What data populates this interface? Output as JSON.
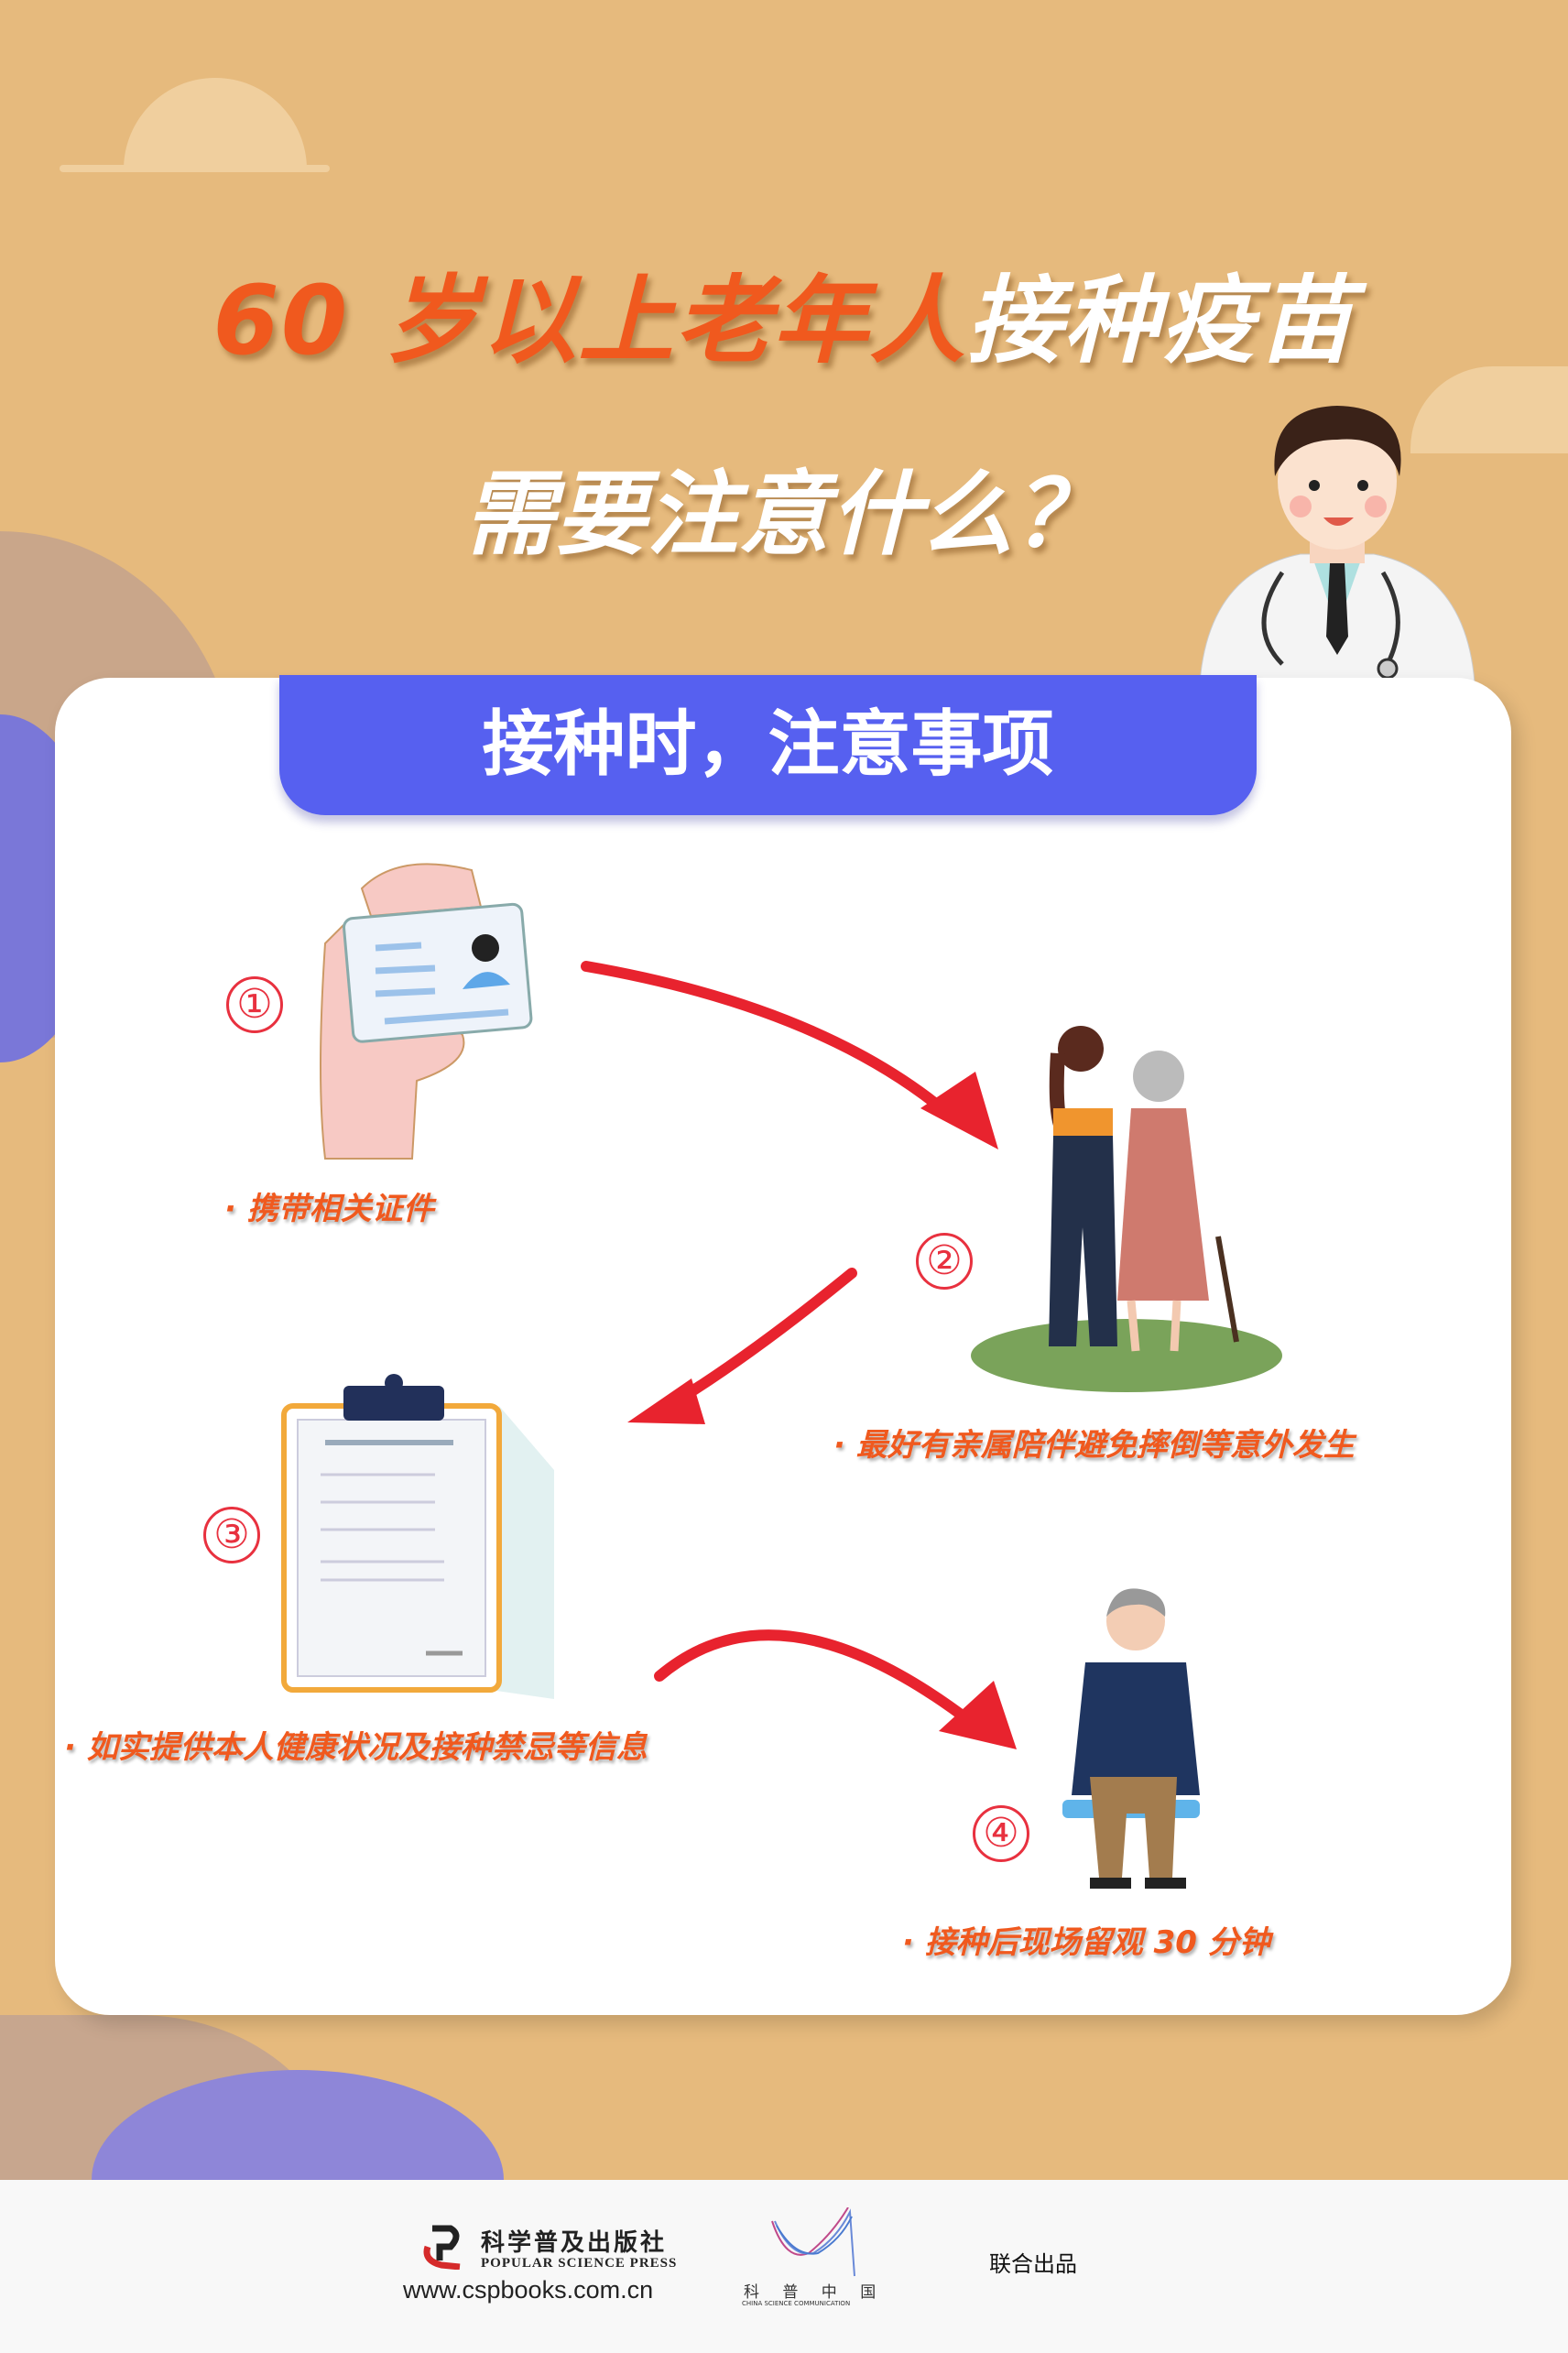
{
  "title": {
    "part1": "60 岁以上老年人",
    "part2": "接种疫苗",
    "line2": "需要注意什么？"
  },
  "banner": "接种时，注意事项",
  "steps": [
    {
      "num": "①",
      "label": "· 携带相关证件"
    },
    {
      "num": "②",
      "label": "· 最好有亲属陪伴避免摔倒等意外发生"
    },
    {
      "num": "③",
      "label": "· 如实提供本人健康状况及接种禁忌等信息"
    },
    {
      "num": "④",
      "label": "· 接种后现场留观 30 分钟"
    }
  ],
  "footer": {
    "publisher_cn": "科学普及出版社",
    "publisher_en": "POPULAR SCIENCE PRESS",
    "url": "www.cspbooks.com.cn",
    "logo2_cn": "科 普 中 国",
    "logo2_en": "CHINA SCIENCE COMMUNICATION",
    "joint": "联合出品"
  },
  "colors": {
    "bg": "#e6ba7d",
    "accent": "#f0591e",
    "banner": "#5660f0",
    "arrow": "#e8232e"
  }
}
